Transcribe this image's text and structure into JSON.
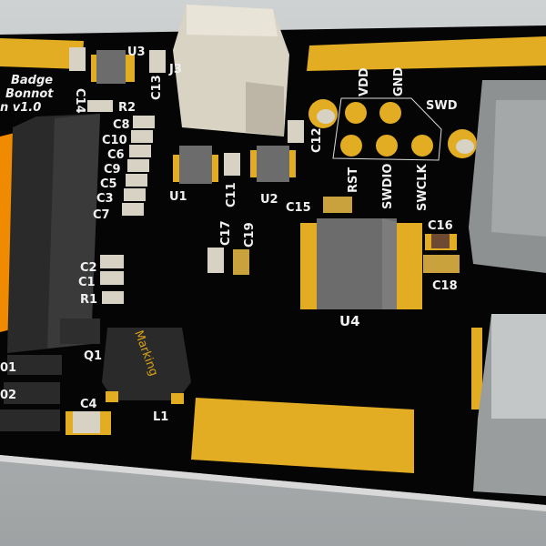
{
  "board_text": {
    "line1": "Badge",
    "line2": "Bonnot",
    "line3": "n v1.0"
  },
  "labels": {
    "u3": "U3",
    "c14": "C14",
    "c13": "C13",
    "j3": "J3",
    "r2": "R2",
    "c8": "C8",
    "c10": "C10",
    "c6": "C6",
    "c9": "C9",
    "c5": "C5",
    "c3": "C3",
    "c7": "C7",
    "u1": "U1",
    "c11": "C11",
    "u2": "U2",
    "c12": "C12",
    "vdd": "VDD",
    "gnd": "GND",
    "swd": "SWD",
    "rst": "RST",
    "swdio": "SWDIO",
    "swclk": "SWCLK",
    "c15": "C15",
    "c16": "C16",
    "c18": "C18",
    "c17": "C17",
    "c19": "C19",
    "u4": "U4",
    "c2": "C2",
    "c1": "C1",
    "r1": "R1",
    "q1": "Q1",
    "l1": "L1",
    "c4": "C4",
    "q_a": "01",
    "q_b": "02",
    "inductor_marking": "Marking"
  },
  "colors": {
    "board": "#050505",
    "copper": "#e2ad22",
    "silk": "#f0f0f0",
    "display": "#f08a00",
    "chip": "#6c6c6c"
  }
}
